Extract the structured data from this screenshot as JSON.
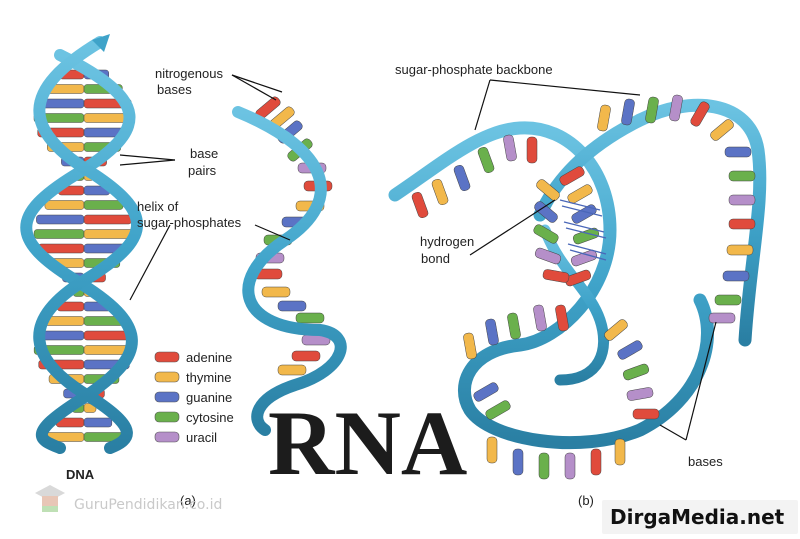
{
  "labels": {
    "nitrogenous_bases": [
      "nitrogenous",
      "bases"
    ],
    "base_pairs": [
      "base",
      "pairs"
    ],
    "helix": [
      "helix of",
      "sugar-phosphates"
    ],
    "backbone": "sugar-phosphate backbone",
    "hydrogen_bond": [
      "hydrogen",
      "bond"
    ],
    "bases": "bases",
    "dna": "DNA",
    "panel_a": "(a)",
    "panel_b": "(b)",
    "title": "RNA"
  },
  "legend": [
    {
      "name": "adenine",
      "color": "#e04b3c"
    },
    {
      "name": "thymine",
      "color": "#f2b84b"
    },
    {
      "name": "guanine",
      "color": "#5b73c5"
    },
    {
      "name": "cytosine",
      "color": "#6ab04c"
    },
    {
      "name": "uracil",
      "color": "#b58fc9"
    }
  ],
  "watermark": "GuruPendidikan.co.id",
  "brand": "DirgaMedia.net",
  "colors": {
    "backbone": "#3fa3c9",
    "backbone_dark": "#2a7fa3",
    "hbond": "#4a67b8"
  }
}
